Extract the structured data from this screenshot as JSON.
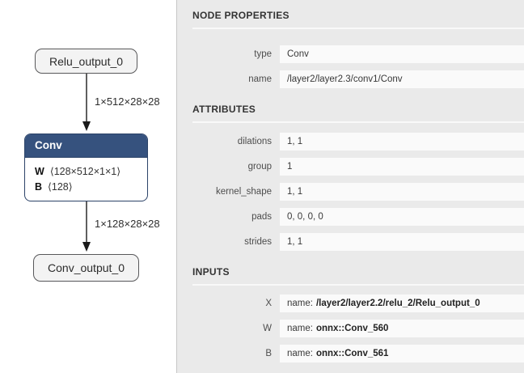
{
  "graph": {
    "nodes": [
      {
        "id": "relu-output",
        "label": "Relu_output_0"
      },
      {
        "id": "conv",
        "title": "Conv",
        "params": [
          {
            "key": "W",
            "value": "⟨128×512×1×1⟩"
          },
          {
            "key": "B",
            "value": "⟨128⟩"
          }
        ]
      },
      {
        "id": "conv-output",
        "label": "Conv_output_0"
      }
    ],
    "edges": [
      {
        "label": "1×512×28×28"
      },
      {
        "label": "1×128×28×28"
      }
    ]
  },
  "panel": {
    "node_properties": {
      "title": "NODE PROPERTIES",
      "rows": [
        {
          "label": "type",
          "value": "Conv"
        },
        {
          "label": "name",
          "value": "/layer2/layer2.3/conv1/Conv"
        }
      ]
    },
    "attributes": {
      "title": "ATTRIBUTES",
      "rows": [
        {
          "label": "dilations",
          "value": "1, 1"
        },
        {
          "label": "group",
          "value": "1"
        },
        {
          "label": "kernel_shape",
          "value": "1, 1"
        },
        {
          "label": "pads",
          "value": "0, 0, 0, 0"
        },
        {
          "label": "strides",
          "value": "1, 1"
        }
      ]
    },
    "inputs": {
      "title": "INPUTS",
      "rows": [
        {
          "label": "X",
          "prefix": "name:",
          "value": "/layer2/layer2.2/relu_2/Relu_output_0"
        },
        {
          "label": "W",
          "prefix": "name:",
          "value": "onnx::Conv_560"
        },
        {
          "label": "B",
          "prefix": "name:",
          "value": "onnx::Conv_561"
        }
      ]
    }
  },
  "colors": {
    "conv_header": "#36527e",
    "conv_border": "#2c4368",
    "panel_bg": "#eaeaea",
    "field_bg": "#fafafa",
    "graph_bg": "#ffffff"
  }
}
